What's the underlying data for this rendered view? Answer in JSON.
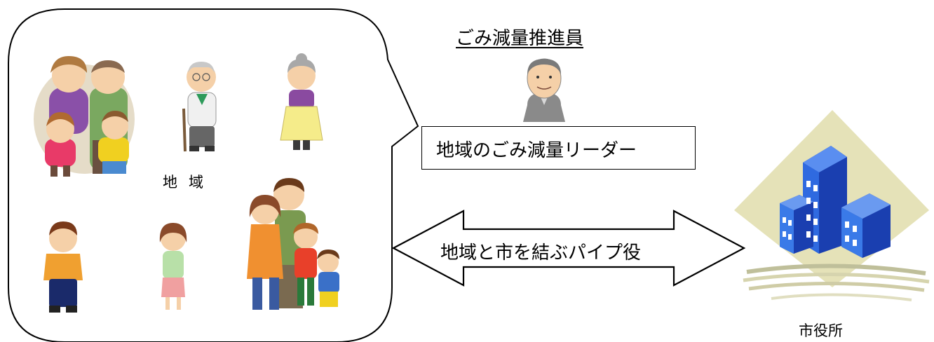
{
  "diagram": {
    "title": "ごみ減量推進員",
    "leader_role": "地域のごみ減量リーダー",
    "area_label": "地域",
    "pipe_role": "地域と市を結ぶパイプ役",
    "cityhall_label": "市役所"
  },
  "icons": [
    "family-group-icon",
    "elderly-man-icon",
    "elderly-woman-icon",
    "young-man-icon",
    "woman-icon",
    "family-of-four-icon",
    "promoter-man-icon",
    "city-hall-building-icon"
  ]
}
